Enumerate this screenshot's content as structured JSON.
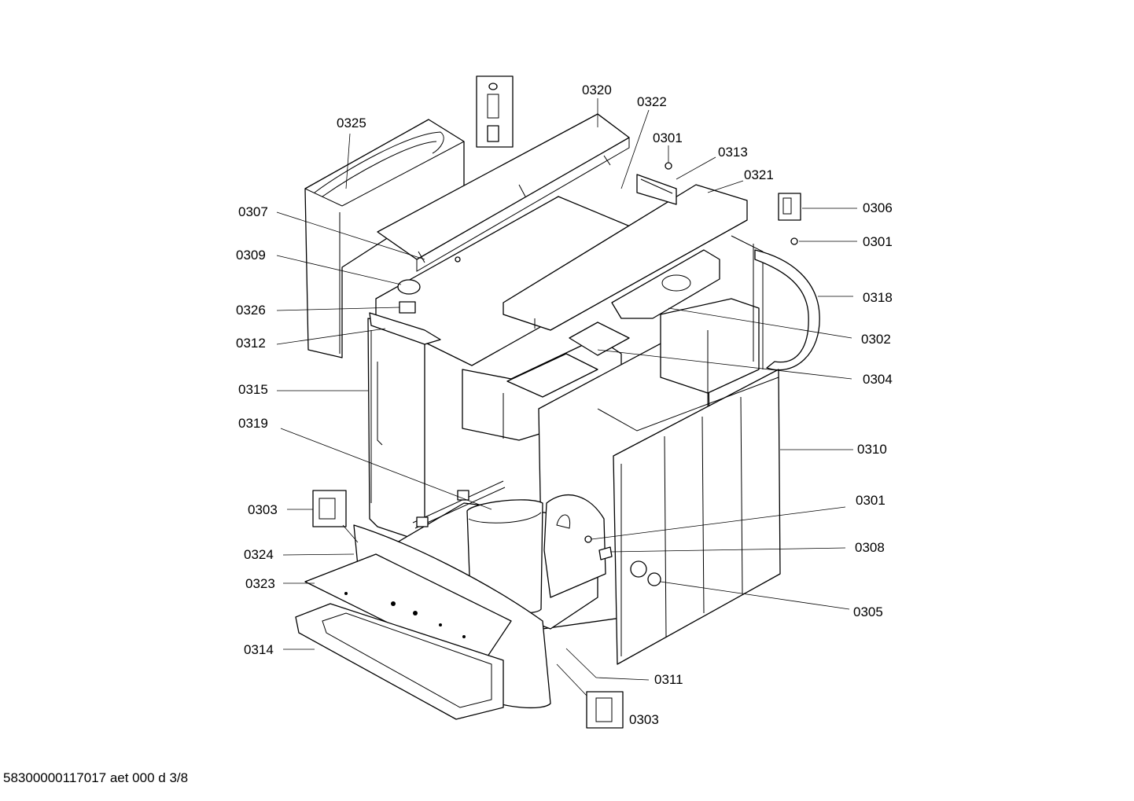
{
  "labels": {
    "l0301a": "0301",
    "l0301b": "0301",
    "l0301c": "0301",
    "l0302": "0302",
    "l0303a": "0303",
    "l0303b": "0303",
    "l0304": "0304",
    "l0305": "0305",
    "l0306": "0306",
    "l0307": "0307",
    "l0308": "0308",
    "l0309": "0309",
    "l0310": "0310",
    "l0311": "0311",
    "l0312": "0312",
    "l0313": "0313",
    "l0314": "0314",
    "l0315": "0315",
    "l0318": "0318",
    "l0319": "0319",
    "l0320": "0320",
    "l0321": "0321",
    "l0322": "0322",
    "l0323": "0323",
    "l0324": "0324",
    "l0325": "0325",
    "l0326": "0326"
  },
  "footer": "58300000117017 aet 000 d 3/8"
}
